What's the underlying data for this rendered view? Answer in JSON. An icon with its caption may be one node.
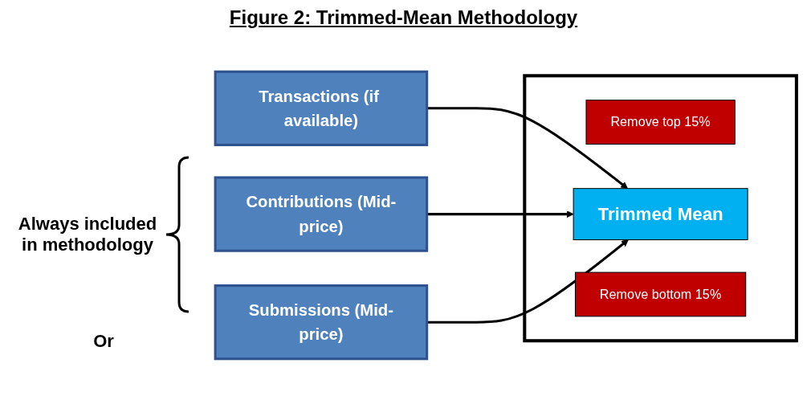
{
  "diagram": {
    "title": "Figure 2: Trimmed-Mean Methodology",
    "nodes": [
      {
        "text": [
          "Transactions (if available)"
        ]
      },
      {
        "text": [
          "Contributions (Mid-price)"
        ]
      },
      {
        "text": [
          "Submissions (Mid-price)"
        ]
      },
      {
        "text": [],
        "shape": "box"
      },
      {
        "text": [
          "Remove top 15%"
        ],
        "in": 3
      },
      {
        "text": [
          "Trimmed Mean"
        ],
        "in": 3
      },
      {
        "text": [
          "Remove bottom 15%"
        ],
        "in": 3
      }
    ],
    "edges": [
      {
        "from": 0,
        "to": 5,
        "arrow": "to"
      },
      {
        "from": 1,
        "to": 5,
        "arrow": "to"
      },
      {
        "from": 2,
        "to": 5,
        "arrow": "to"
      }
    ],
    "labels": [
      "Always included in methodology",
      "Or"
    ]
  }
}
